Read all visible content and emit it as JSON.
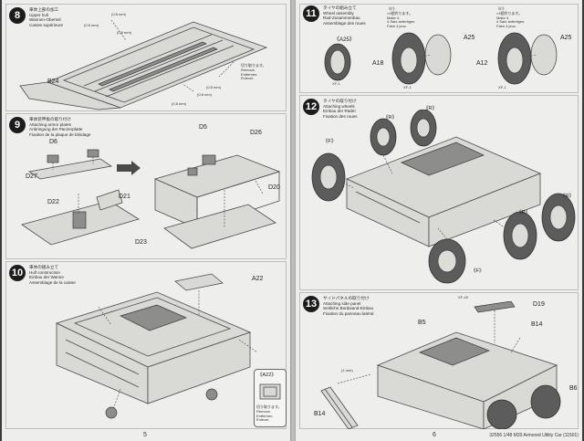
{
  "pages": {
    "left_number": "5",
    "right_number": "6"
  },
  "footer": "32556 1/48 M20 Armored Utility Car (11501)",
  "steps": {
    "s8": {
      "number": "8",
      "title": [
        "車体上部の加工",
        "Upper hull",
        "Wannen-Oberteil",
        "Caisse supérieure"
      ],
      "labels": {
        "b24": "B24"
      },
      "dims": [
        "(0.8 mm)",
        "(0.8 mm)",
        "(0.8 mm)",
        "(0.8 mm)",
        "(0.8 mm)",
        "(0.8 mm)"
      ],
      "note": [
        "切り取ります。",
        "Remove.",
        "Entfernen.",
        "Enlever."
      ]
    },
    "s9": {
      "number": "9",
      "title": [
        "車体装甲板の取り付け",
        "Attaching armor plates",
        "Anbringung der Panzerplatte",
        "Fixation de la plaque de blindage"
      ],
      "labels": {
        "d6": "D6",
        "d27": "D27",
        "d22": "D22",
        "d21": "D21",
        "d23": "D23",
        "d5": "D5",
        "d26": "D26",
        "d20": "D20"
      }
    },
    "s10": {
      "number": "10",
      "title": [
        "車体の組み立て",
        "Hull construction",
        "Einbau der Wanne",
        "Assemblage de la caisse"
      ],
      "labels": {
        "a22": "A22",
        "a22_callout": "《A22》"
      },
      "note": [
        "切り取ります。",
        "Remove.",
        "Entfernen.",
        "Enlever."
      ]
    },
    "s11": {
      "number": "11",
      "title": [
        "タイヤの組み立て",
        "Wheel assembly",
        "Rad-Zusammenbau",
        "Assemblage des roues"
      ],
      "labels": {
        "a25_call": "《A25》",
        "xf1": "XF-1",
        "a25": "A25",
        "a18": "A18",
        "a12": "A12"
      },
      "note_f": [
        "《F》",
        "×4個作ります。",
        "Make 4.",
        "4 Satz anfertigen.",
        "Faire 4 jeux."
      ],
      "note_f2": [
        "《F》",
        "×4個作ります。",
        "Make 4.",
        "4 Satz anfertigen.",
        "Faire 4 jeux."
      ]
    },
    "s12": {
      "number": "12",
      "title": [
        "タイヤの取り付け",
        "Attaching wheels",
        "Einbau der Räder",
        "Fixation des roues"
      ],
      "labels": {
        "r": "《R》",
        "f": "《F》"
      }
    },
    "s13": {
      "number": "13",
      "title": [
        "サイドパネルの取り付け",
        "Attaching side panel",
        "Seitliche Bordwand-Einbau",
        "Fixation du panneau latéral"
      ],
      "labels": {
        "d19": "D19",
        "xf49": "XF-49",
        "b5": "B5",
        "b14": "B14",
        "b14b": "B14",
        "b6": "B6",
        "mm1": "(1 mm)"
      }
    }
  }
}
